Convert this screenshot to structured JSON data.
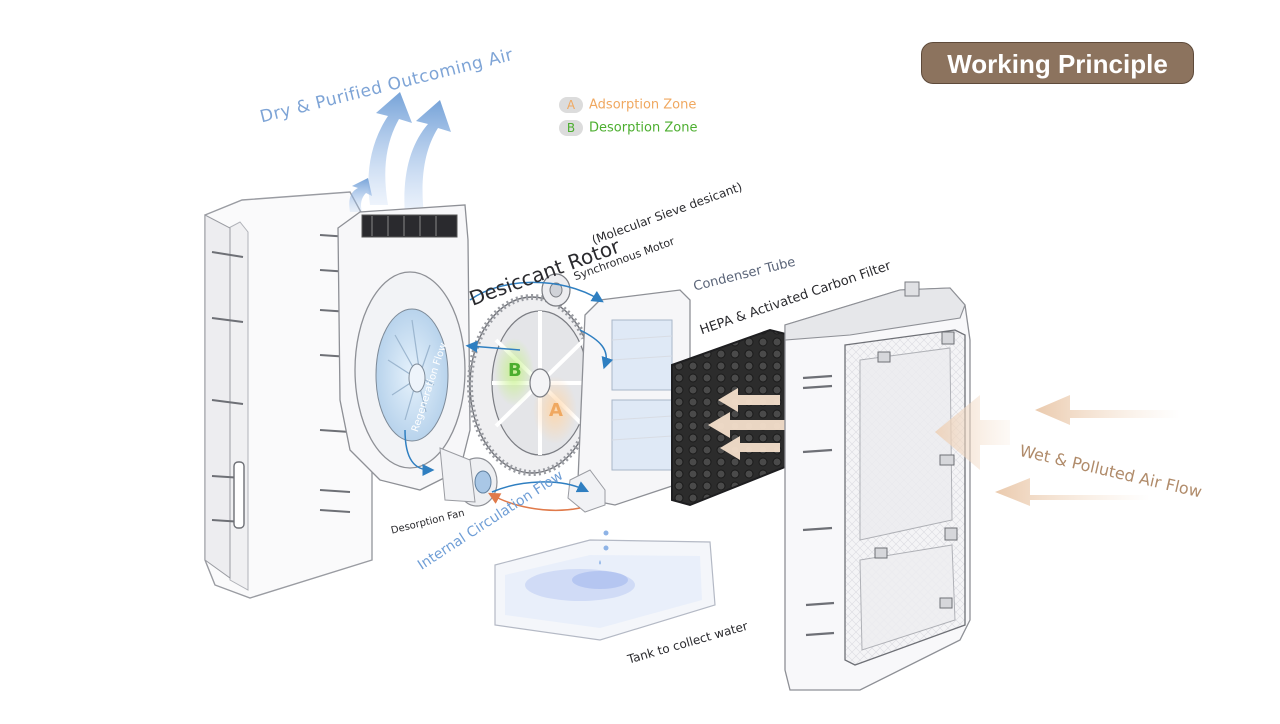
{
  "title": "Working Principle",
  "legend": {
    "a_key": "A",
    "a_label": "Adsorption Zone",
    "b_key": "B",
    "b_label": "Desorption Zone"
  },
  "labels": {
    "outcoming_air": "Dry & Purified Outcoming Air",
    "rotor": "Desiccant Rotor",
    "rotor_note": "(Molecular Sieve desicant)",
    "motor": "Synchronous Motor",
    "condenser": "Condenser Tube",
    "filter": "HEPA & Activated Carbon Filter",
    "wet_air": "Wet & Polluted Air Flow",
    "regeneration": "Regeneration Flow",
    "internal_circ": "Internal Circulation Flow",
    "desorption_fan": "Desorption Fan",
    "tank": "Tank to collect water",
    "zone_a": "A",
    "zone_b": "B"
  },
  "colors": {
    "badge": "#8c735e",
    "adsorption": "#f0a860",
    "desorption": "#4cae2f",
    "dry_air": "#6f9ed6",
    "wet_air": "#e8c4a4",
    "circulation": "#2f7fc1",
    "return_flow": "#e07a4a"
  }
}
